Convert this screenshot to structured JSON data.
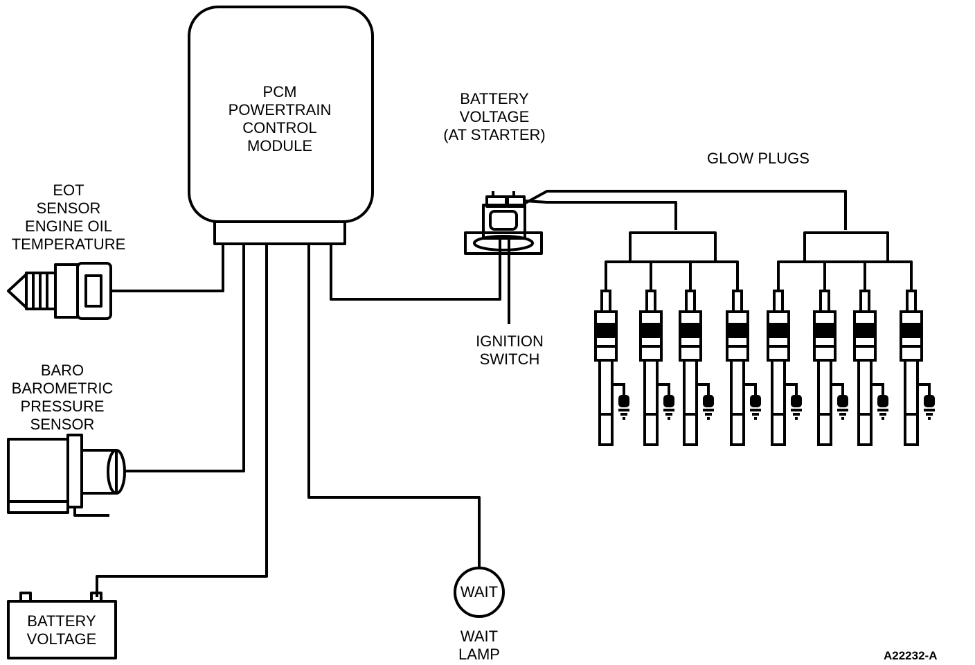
{
  "pcm": {
    "lines": [
      "PCM",
      "POWERTRAIN",
      "CONTROL",
      "MODULE"
    ]
  },
  "battery_starter": {
    "lines": [
      "BATTERY",
      "VOLTAGE",
      "(AT STARTER)"
    ]
  },
  "glow_plugs": {
    "label": "GLOW PLUGS"
  },
  "eot": {
    "lines": [
      "EOT",
      "SENSOR",
      "ENGINE OIL",
      "TEMPERATURE"
    ]
  },
  "ignition": {
    "lines": [
      "IGNITION",
      "SWITCH"
    ]
  },
  "baro": {
    "lines": [
      "BARO",
      "BAROMETRIC",
      "PRESSURE",
      "SENSOR"
    ]
  },
  "battery": {
    "lines": [
      "BATTERY",
      "VOLTAGE"
    ]
  },
  "wait_lamp": {
    "symbol": "WAIT",
    "lines": [
      "WAIT",
      "LAMP"
    ]
  },
  "figure_id": "A22232-A"
}
